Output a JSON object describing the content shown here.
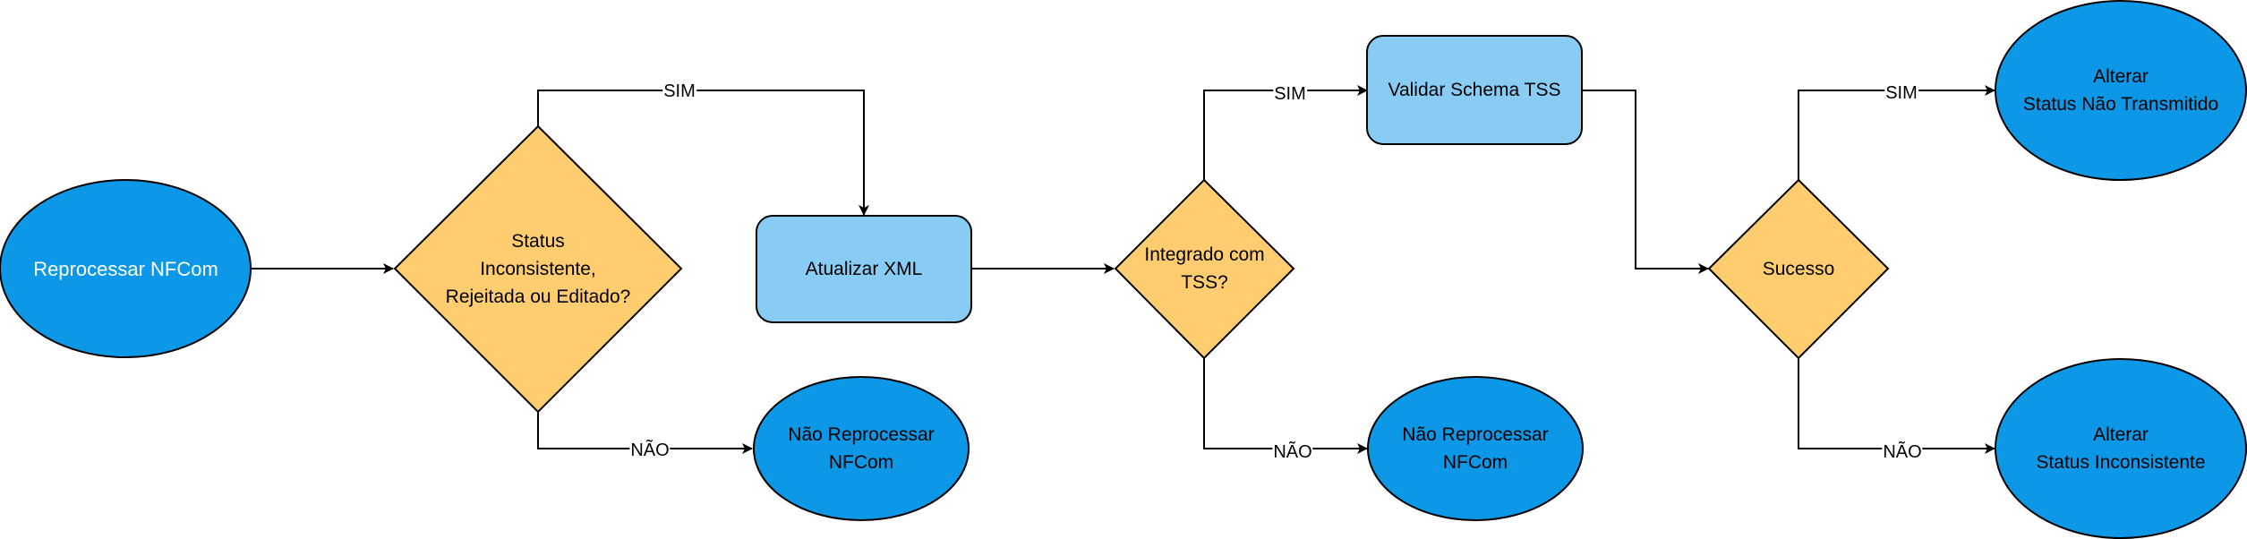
{
  "colors": {
    "terminal_fill": "#0C97E7",
    "process_fill": "#88CBF3",
    "decision_fill": "#FFCD70",
    "stroke": "#000000",
    "terminal_start_text": "#FFFFFF",
    "text": "#000000"
  },
  "nodes": {
    "start": {
      "type": "ellipse",
      "label": "Reprocessar NFCom"
    },
    "decision_status": {
      "type": "diamond",
      "label": "Status\nInconsistente,\nRejeitada ou Editado?"
    },
    "update_xml": {
      "type": "process",
      "label": "Atualizar XML"
    },
    "no_reprocess_1": {
      "type": "ellipse",
      "label": "Não Reprocessar\nNFCom"
    },
    "decision_tss": {
      "type": "diamond",
      "label": "Integrado com\nTSS?"
    },
    "validate_schema": {
      "type": "process",
      "label": "Validar Schema TSS"
    },
    "no_reprocess_2": {
      "type": "ellipse",
      "label": "Não Reprocessar\nNFCom"
    },
    "decision_success": {
      "type": "diamond",
      "label": "Sucesso"
    },
    "status_not_transmitted": {
      "type": "ellipse",
      "label": "Alterar\nStatus Não Transmitido"
    },
    "status_inconsistent": {
      "type": "ellipse",
      "label": "Alterar\nStatus Inconsistente"
    }
  },
  "edges": [
    {
      "from": "start",
      "to": "decision_status",
      "label": ""
    },
    {
      "from": "decision_status",
      "to": "update_xml",
      "label": "SIM"
    },
    {
      "from": "decision_status",
      "to": "no_reprocess_1",
      "label": "NÃO"
    },
    {
      "from": "update_xml",
      "to": "decision_tss",
      "label": ""
    },
    {
      "from": "decision_tss",
      "to": "validate_schema",
      "label": "SIM"
    },
    {
      "from": "decision_tss",
      "to": "no_reprocess_2",
      "label": "NÃO"
    },
    {
      "from": "validate_schema",
      "to": "decision_success",
      "label": ""
    },
    {
      "from": "decision_success",
      "to": "status_not_transmitted",
      "label": "SIM"
    },
    {
      "from": "decision_success",
      "to": "status_inconsistent",
      "label": "NÃO"
    }
  ]
}
